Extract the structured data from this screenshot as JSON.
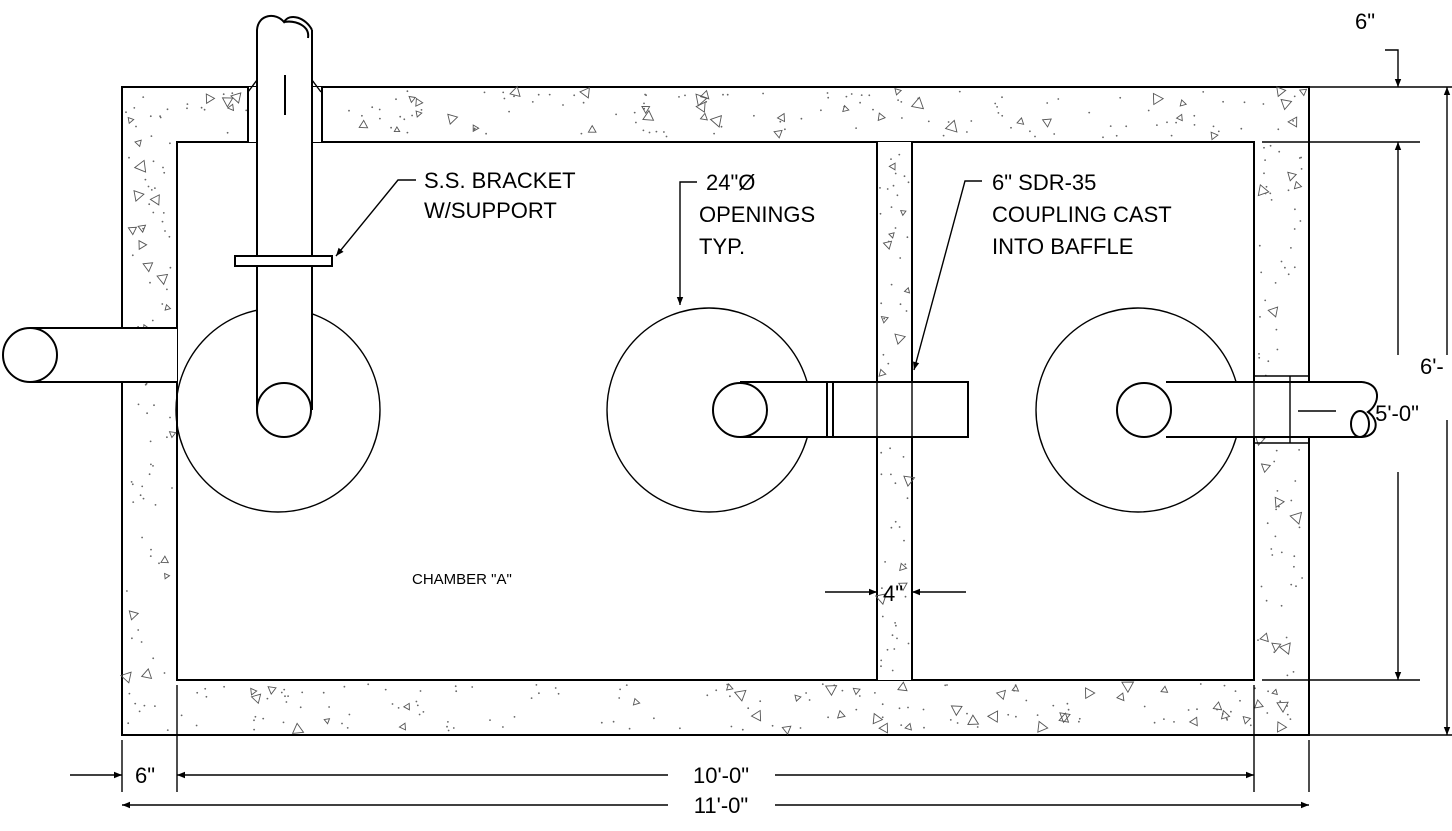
{
  "drawing": {
    "labels": {
      "bracket_line1": "S.S. BRACKET",
      "bracket_line2": "W/SUPPORT",
      "openings_line1": "24\"Ø",
      "openings_line2": "OPENINGS",
      "openings_line3": "TYP.",
      "coupling_line1": "6\" SDR-35",
      "coupling_line2": "COUPLING CAST",
      "coupling_line3": "INTO BAFFLE",
      "chamber": "CHAMBER \"A\""
    },
    "dimensions": {
      "wall_top": "6\"",
      "baffle": "4\"",
      "wall_left": "6\"",
      "inner_length": "10'-0\"",
      "outer_length": "11'-0\"",
      "inner_width": "5'-0\"",
      "outer_width": "6'-"
    }
  }
}
